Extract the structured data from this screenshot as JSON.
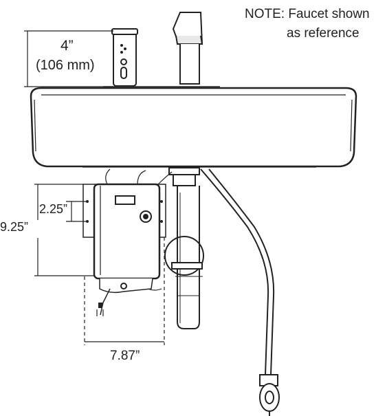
{
  "note": {
    "line1": "NOTE: Faucet shown",
    "line2": "as reference"
  },
  "dimensions": {
    "faucet_height": "4”",
    "faucet_height_mm": "(106 mm)",
    "mount_spacing": "2.25”",
    "box_height": "9.25”",
    "box_width": "7.87”"
  },
  "colors": {
    "stroke": "#222222",
    "text": "#222222",
    "background": "#ffffff"
  }
}
